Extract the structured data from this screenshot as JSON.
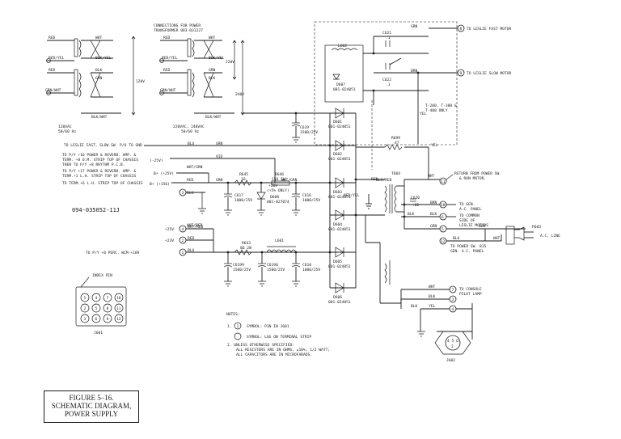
{
  "figure_caption": {
    "line1": "FIGURE 5–16.",
    "line2": "SCHEMATIC DIAGRAM,",
    "line3": "POWER SUPPLY"
  },
  "transformer_note": {
    "line1": "CONNECTIONS FOR POWER",
    "line2": "TRANSFORMER 083-031327"
  },
  "transformer_120": {
    "wires_left": [
      "RED",
      "RED/YEL",
      "RED",
      "GRN/WHT"
    ],
    "wires_right": [
      "WHT",
      "BLK/YEL",
      "BLK",
      "GRN",
      "BLK/WHT"
    ],
    "voltage": "120V",
    "label1": "120VAC",
    "label2": "50/60 Hz"
  },
  "transformer_240": {
    "wires_left": [
      "RED",
      "RED/YEL",
      "RED",
      "GRN/WHT"
    ],
    "wires_right": [
      "WHT",
      "BLK/YEL",
      "GRN",
      "BLK",
      "BLK/WHT"
    ],
    "voltage_a": "220V",
    "voltage_b": "240V",
    "label1": "220VAC, 240VAC",
    "label2": "50/60 Hz"
  },
  "leslie_box": {
    "ic_label": "L602",
    "cap_top": "C621",
    "cap_top_val": ".1",
    "cap_bot": "C622",
    "cap_bot_val": ".1",
    "diode": "D607",
    "diode_part": "001-024051",
    "wire_top": "GRN",
    "wire_bot": "BRN",
    "wire_vert": "YEL",
    "note1": "T-200, T-300 &",
    "note2": "T-400 ONLY"
  },
  "terminals_right": {
    "t8": "8",
    "t8_label": "TO LESLIE FAST MOTOR",
    "t9": "9",
    "t9_label": "TO LESLIE SLOW MOTOR",
    "t11": "11",
    "t11_label1": "RETURN FROM POWER SW.",
    "t11_label2": "& RUN MOTOR.",
    "t10": "10",
    "t10_label1": "TO GEN.",
    "t10_label2": "A.C. PANEL",
    "t6": "6",
    "t6_label1": "TO COMMON",
    "t6_label2": "SIDE OF",
    "t6_label3": "LESLIE MOTORS",
    "t5": "5",
    "t12": "12",
    "t12_label1": "TO POWER SW. 815",
    "t12_label2": "GEN. A.C. PANEL",
    "t7": "7",
    "t7_label1": "TO CONSOLE",
    "t7_label2": "PILOT LAMP",
    "t3": "3",
    "t4": "4"
  },
  "plug": {
    "ref": "P603",
    "label": "A.C. LINE"
  },
  "inputs": {
    "row1": "TO LESLIE FAST, SLOW SW. P/O TO GND",
    "row2a": "TO P/Y +16 POWER & REVERB. AMP. &",
    "row2b": "TERM. +8 O.M. STRIP TOP OF CHASSIS",
    "row2c": "THEN TO P/Y +8 RHYTHM P.C.B.",
    "row2_val": "(-25V)",
    "row3a": "TO P/Y +17 POWER & REVERB. AMP. &",
    "row3b": "TERM.+1 L.H. STRIP TOP OF CHASSIS",
    "row3_val": "B+ (+25V)",
    "row4": "TO TERM.+6 L.H. STRIP TOP OF CHASSIS",
    "row4_val": "B+ (+156)",
    "row5": "TO P/Y +8 PERC. WCM-+189",
    "v25a": "+25V",
    "v25b": "+23V",
    "term_1": "1",
    "term_2": "2",
    "term_3": "3",
    "term_4": "4"
  },
  "wire_labels": {
    "blu": "BLU",
    "grn": "GRN",
    "vio": "VIO",
    "wht_grn": "WHT/GRN",
    "red": "RED",
    "grn2": "GRN",
    "blk": "BLK",
    "wht_red": "WHT/RED",
    "red2": "RED",
    "blu2": "BLU",
    "wht_grn2": "WHT/GRN",
    "yel": "YEL",
    "red_yel": "RED/YEL",
    "blk_red": "BLK/RED",
    "blk2": "BLK",
    "red3": "RED",
    "wht": "WHT",
    "blk3": "BLK",
    "grn3": "GRN",
    "blu3": "BLU",
    "wht2": "WHT",
    "brn": "BRN",
    "wht3": "WHT",
    "blk4": "BLK",
    "blk5": "BLK",
    "yel2": "YEL",
    "wht_red2": "WHT/RED",
    "blk6": "BLK"
  },
  "components": {
    "r645": "R645",
    "r645_v": "1Ω",
    "r646": "R646",
    "r646_v": "15Ω 5W",
    "d608": "D608",
    "d608_v": "+20V",
    "d608_note": "(+5% ONLY)",
    "d608_part": "001-027074",
    "c617": "C617",
    "c617_v": "1000/25V",
    "c616": "C616",
    "c616_v": "1000/25V",
    "c619": "C619",
    "c619_v": "1500/25V",
    "r643": "R643",
    "r643_v": "8Ω 2W",
    "l601": "L601",
    "c199": "C6199",
    "c199_v": "1500/25V",
    "c196": "C6196",
    "c196_v": "1500/25V",
    "c618": "C618",
    "c618_v": "1000/25V",
    "r699": "R699",
    "r699_v": "47",
    "t604": "T604",
    "c620": "C620",
    "c620_v": ".02",
    "d601": "D601",
    "d602": "D602",
    "d603": "D603",
    "d604": "D604",
    "d605": "D605",
    "d606": "D606",
    "diode_part": "001-024051"
  },
  "part_number": "094-035052-11J",
  "index": {
    "title": "INDEX PIN",
    "pins": [
      "1",
      "4",
      "7",
      "10",
      "2",
      "5",
      "8",
      "11",
      "3",
      "6",
      "9",
      "12"
    ],
    "label": "J601"
  },
  "jack": {
    "label": "J602",
    "pins": "4 5 6",
    "pins2": "2"
  },
  "notes": {
    "title": "NOTES:",
    "n1_num": "1.",
    "n1_sym": "1",
    "n1": "SYMBOL:  PIN IN J601",
    "n1b": "SYMBOL:  LUG ON TERMINAL STRIP",
    "n2": "2. UNLESS OTHERWISE SPECIFIED:",
    "n2a": "ALL RESISTORS ARE IN OHMS, ±10%, 1/2 WATT;",
    "n2b": "ALL CAPACITORS ARE IN MICROFARADS."
  }
}
